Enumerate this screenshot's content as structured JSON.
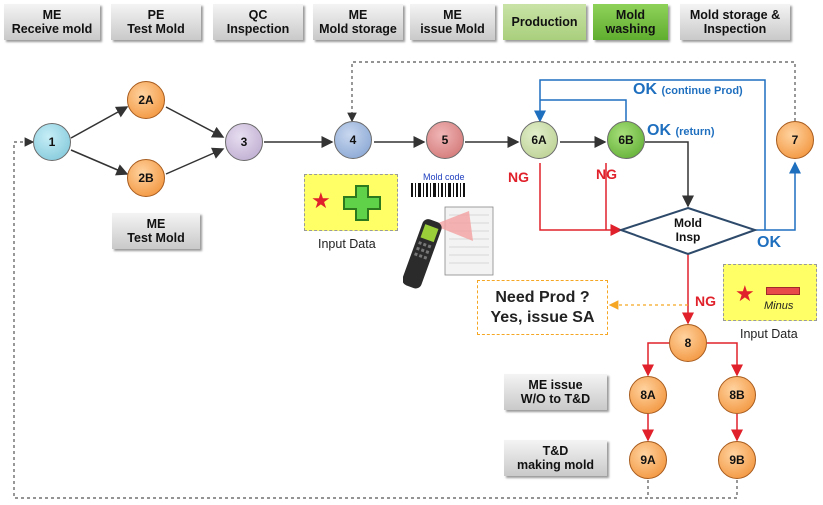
{
  "headers": [
    {
      "id": "h1",
      "text": "ME\nReceive mold"
    },
    {
      "id": "h2",
      "text": "PE\nTest Mold"
    },
    {
      "id": "h3",
      "text": "QC\nInspection"
    },
    {
      "id": "h4",
      "text": "ME\nMold storage"
    },
    {
      "id": "h5",
      "text": "ME\nissue  Mold"
    },
    {
      "id": "h6",
      "text": "Production"
    },
    {
      "id": "h7",
      "text": "Mold\nwashing"
    },
    {
      "id": "h8",
      "text": "Mold storage &\nInspection"
    }
  ],
  "nodes": {
    "n1": "1",
    "n2a": "2A",
    "n2b": "2B",
    "n3": "3",
    "n4": "4",
    "n5": "5",
    "n6a": "6A",
    "n6b": "6B",
    "n7": "7",
    "n8": "8",
    "n8a": "8A",
    "n8b": "8B",
    "n9a": "9A",
    "n9b": "9B"
  },
  "labels": {
    "me_test_mold": "ME\nTest Mold",
    "ok_continue": "OK",
    "ok_continue_sub": "(continue  Prod)",
    "ok_return": "OK",
    "ok_return_sub": "(return)",
    "ng1": "NG",
    "ng2": "NG",
    "ng3": "NG",
    "ok_bottom": "OK",
    "decision": "Mold\nInsp",
    "input_data_left": "Input Data",
    "input_data_right": "Input Data",
    "minus": "Minus",
    "mold_code": "Mold code",
    "need_prod_1": "Need Prod ?",
    "need_prod_2": "Yes, issue SA",
    "me_issue": "ME issue\nW/O to T&D",
    "td_making": "T&D\nmaking mold"
  },
  "colors": {
    "ok_blue": "#1f6fbf",
    "ng_red": "#e0202a",
    "flow_dark": "#333333",
    "highlight_yellow": "#ffff66"
  },
  "icons": {
    "plus": "green-plus-icon",
    "minus": "red-minus-icon",
    "star": "red-star-icon",
    "scanner": "barcode-scanner-icon"
  }
}
